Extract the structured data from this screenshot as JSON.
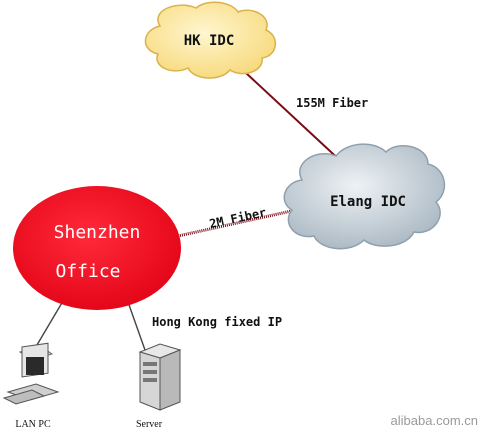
{
  "nodes": {
    "hk_idc": {
      "label": "HK IDC",
      "fill": "#ffe9a8"
    },
    "elang_idc": {
      "label": "Elang IDC",
      "fill": "#c9d4dc"
    },
    "shenzhen_office": {
      "line1": "Shenzhen",
      "line2": "Office",
      "fill": "#ee0018"
    },
    "lan_pc": {
      "label": "LAN PC",
      "icon": "desktop-computer-icon"
    },
    "server": {
      "label": "Server",
      "icon": "tower-server-icon"
    }
  },
  "links": {
    "hk_elang": {
      "label": "155M Fiber"
    },
    "shenzhen_elang": {
      "label": "2M Fiber"
    },
    "shenzhen_server": {
      "label": "Hong Kong fixed IP"
    }
  },
  "colors": {
    "fiber": "#7a0a14",
    "link": "#555555"
  },
  "watermark": {
    "text": "alibaba.com.cn"
  }
}
